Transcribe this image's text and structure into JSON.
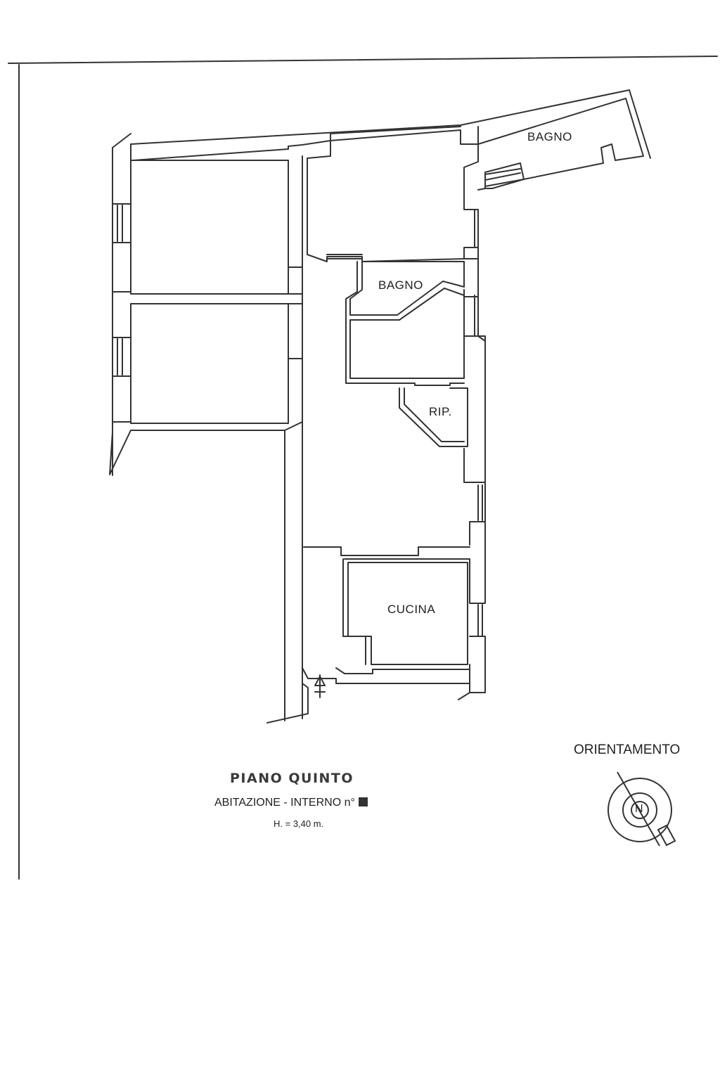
{
  "rooms": {
    "bagno_top": "BAGNO",
    "bagno_mid": "BAGNO",
    "ripostiglio": "RIP.",
    "cucina": "CUCINA"
  },
  "title": {
    "floor": "PIANO QUINTO",
    "unit": "ABITAZIONE - INTERNO n°",
    "height": "H. = 3,40 m."
  },
  "orientation": {
    "label": "ORIENTAMENTO",
    "north": "N"
  },
  "colors": {
    "wall": "#333333"
  }
}
